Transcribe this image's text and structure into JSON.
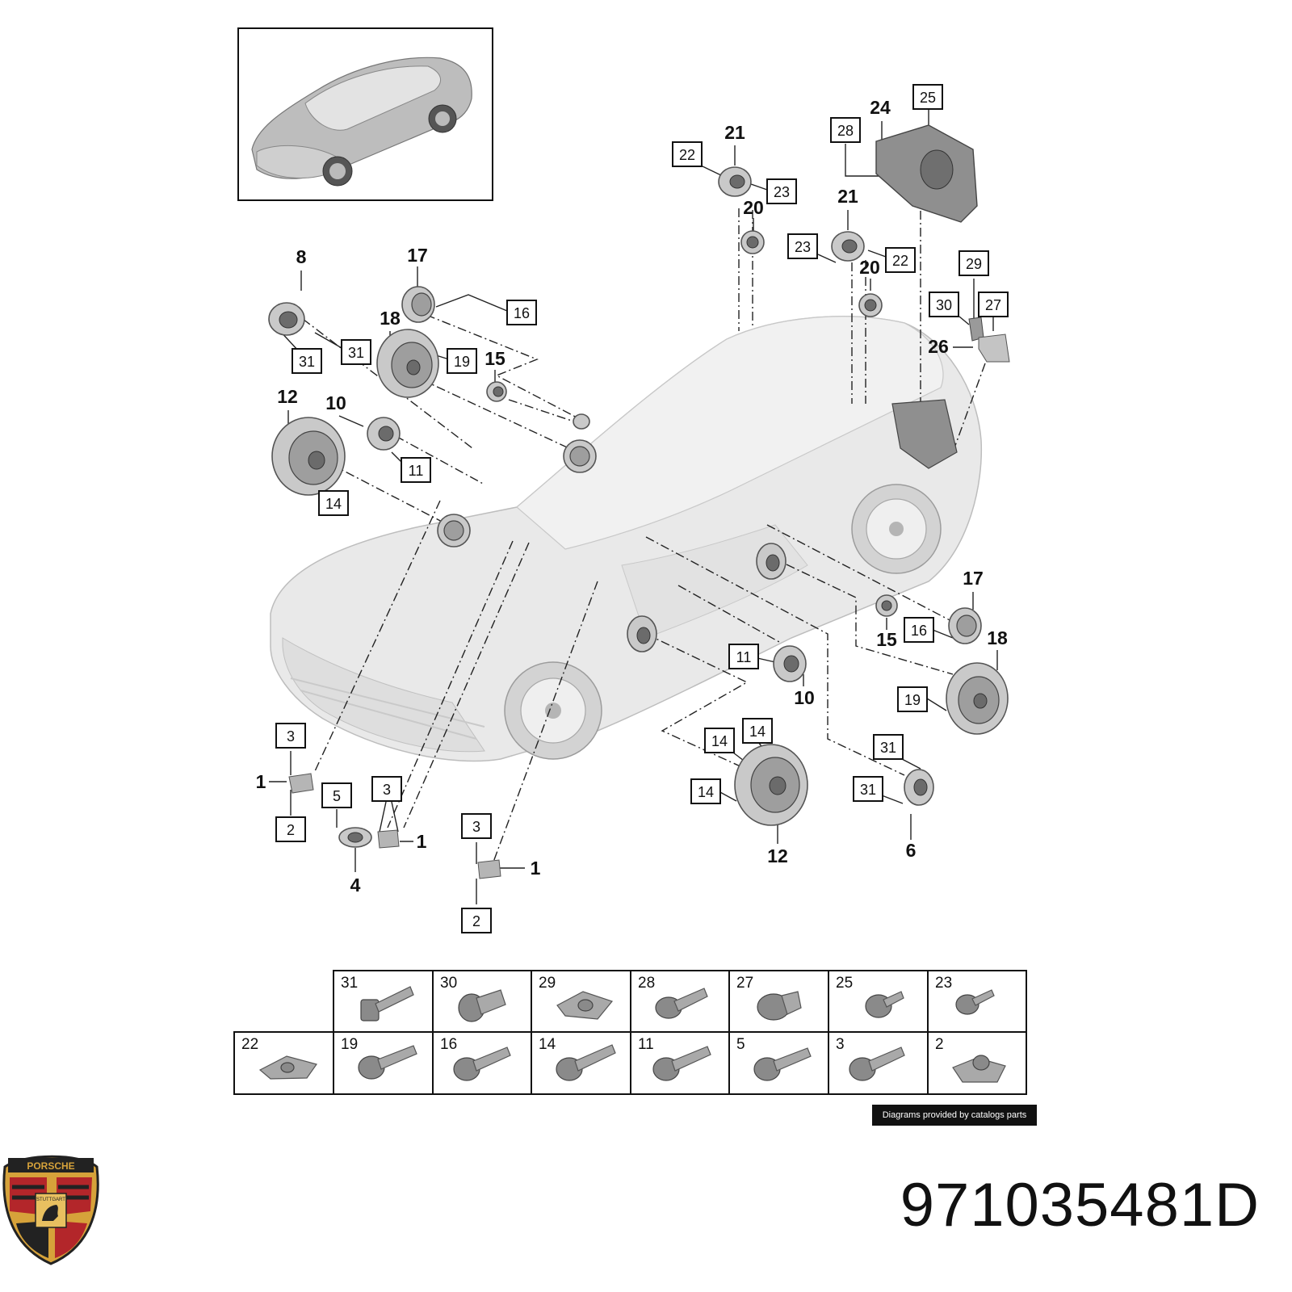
{
  "part_number": "971035481D",
  "credit": "Diagrams provided by catalogs parts",
  "logo": {
    "top_text": "PORSCHE",
    "center_text": "STUTTGART"
  },
  "colors": {
    "ink": "#111111",
    "car_body": "#e9e9e9",
    "speaker": "#9e9e9e",
    "shield_gold": "#d6a23a",
    "shield_red": "#b3262a"
  },
  "callouts": [
    {
      "num": "8",
      "boxed": false
    },
    {
      "num": "17",
      "boxed": false
    },
    {
      "num": "16",
      "boxed": true
    },
    {
      "num": "18",
      "boxed": false
    },
    {
      "num": "19",
      "boxed": true
    },
    {
      "num": "15",
      "boxed": false
    },
    {
      "num": "31",
      "boxed": true
    },
    {
      "num": "31",
      "boxed": true
    },
    {
      "num": "12",
      "boxed": false
    },
    {
      "num": "10",
      "boxed": false
    },
    {
      "num": "11",
      "boxed": true
    },
    {
      "num": "14",
      "boxed": true
    },
    {
      "num": "21",
      "boxed": false
    },
    {
      "num": "22",
      "boxed": true
    },
    {
      "num": "23",
      "boxed": true
    },
    {
      "num": "20",
      "boxed": false
    },
    {
      "num": "24",
      "boxed": false
    },
    {
      "num": "25",
      "boxed": true
    },
    {
      "num": "28",
      "boxed": true
    },
    {
      "num": "21",
      "boxed": false
    },
    {
      "num": "23",
      "boxed": true
    },
    {
      "num": "22",
      "boxed": true
    },
    {
      "num": "20",
      "boxed": false
    },
    {
      "num": "29",
      "boxed": true
    },
    {
      "num": "30",
      "boxed": true
    },
    {
      "num": "27",
      "boxed": true
    },
    {
      "num": "26",
      "boxed": false
    },
    {
      "num": "17",
      "boxed": false
    },
    {
      "num": "16",
      "boxed": true
    },
    {
      "num": "15",
      "boxed": false
    },
    {
      "num": "18",
      "boxed": false
    },
    {
      "num": "11",
      "boxed": true
    },
    {
      "num": "10",
      "boxed": false
    },
    {
      "num": "19",
      "boxed": true
    },
    {
      "num": "14",
      "boxed": true
    },
    {
      "num": "14",
      "boxed": true
    },
    {
      "num": "14",
      "boxed": true
    },
    {
      "num": "12",
      "boxed": false
    },
    {
      "num": "31",
      "boxed": true
    },
    {
      "num": "31",
      "boxed": true
    },
    {
      "num": "6",
      "boxed": false
    },
    {
      "num": "3",
      "boxed": true
    },
    {
      "num": "1",
      "boxed": false
    },
    {
      "num": "2",
      "boxed": true
    },
    {
      "num": "5",
      "boxed": true
    },
    {
      "num": "4",
      "boxed": false
    },
    {
      "num": "3",
      "boxed": true
    },
    {
      "num": "1",
      "boxed": false
    },
    {
      "num": "3",
      "boxed": true
    },
    {
      "num": "1",
      "boxed": false
    },
    {
      "num": "2",
      "boxed": true
    }
  ],
  "fastener_table": {
    "row1": [
      "31",
      "30",
      "29",
      "28",
      "27",
      "25",
      "23"
    ],
    "row2": [
      "22",
      "19",
      "16",
      "14",
      "11",
      "5",
      "3",
      "2"
    ]
  }
}
